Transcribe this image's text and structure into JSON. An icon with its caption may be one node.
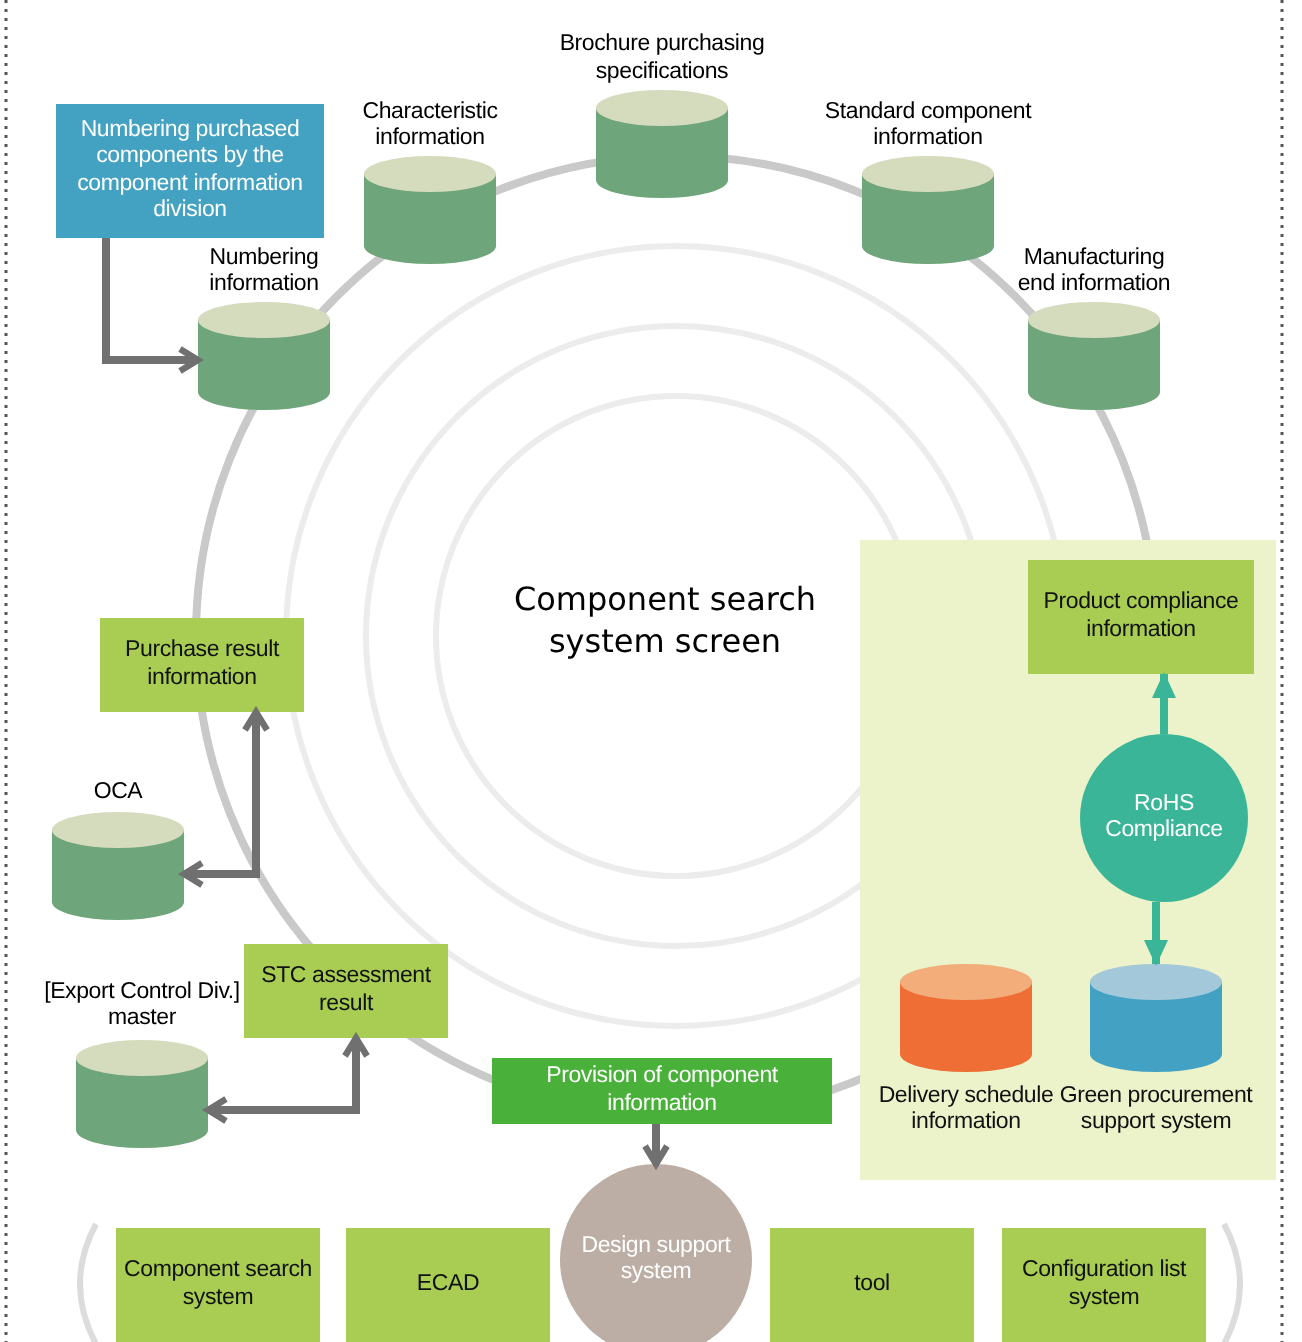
{
  "diagram": {
    "nodes": [
      {
        "text": [
          "Numbering purchased components by the component information division"
        ]
      },
      {
        "text": [
          "Numbering information"
        ]
      },
      {
        "text": [
          "Characteristic information"
        ]
      },
      {
        "text": [
          "Brochure purchasing specifications"
        ]
      },
      {
        "text": [
          "Standard component information"
        ]
      },
      {
        "text": [
          "Manufacturing end information"
        ]
      },
      {
        "text": [
          "Purchase result information"
        ]
      },
      {
        "text": [
          "OCA"
        ]
      },
      {
        "text": [
          "STC assessment result"
        ]
      },
      {
        "text": [
          "[Export Control Div.] master"
        ]
      },
      {
        "text": [],
        "shape": "box"
      },
      {
        "text": [
          "Product compliance information"
        ],
        "in": 10
      },
      {
        "text": [
          "RoHS Compliance"
        ],
        "in": 10
      },
      {
        "text": [
          "Delivery schedule information"
        ],
        "in": 10
      },
      {
        "text": [
          "Green procurement support system"
        ],
        "in": 10
      },
      {
        "text": [
          "Provision of component information"
        ]
      },
      {
        "text": [
          "Design support system"
        ]
      },
      {
        "text": [
          "Component search system"
        ]
      },
      {
        "text": [
          "ECAD"
        ]
      },
      {
        "text": [
          "tool"
        ]
      },
      {
        "text": [
          "Configuration list system"
        ]
      }
    ],
    "edges": [
      {
        "from": 0,
        "to": 1,
        "arrow": "to"
      },
      {
        "from": 6,
        "to": 7,
        "arrow": "both"
      },
      {
        "from": 8,
        "to": 9,
        "arrow": "both"
      },
      {
        "from": 12,
        "to": 11,
        "arrow": "to",
        "color": "#3ab598"
      },
      {
        "from": 12,
        "to": 14,
        "arrow": "to",
        "color": "#3ab598"
      },
      {
        "from": 15,
        "to": 16,
        "arrow": "to"
      }
    ],
    "labels": [
      "Component search system screen"
    ]
  }
}
